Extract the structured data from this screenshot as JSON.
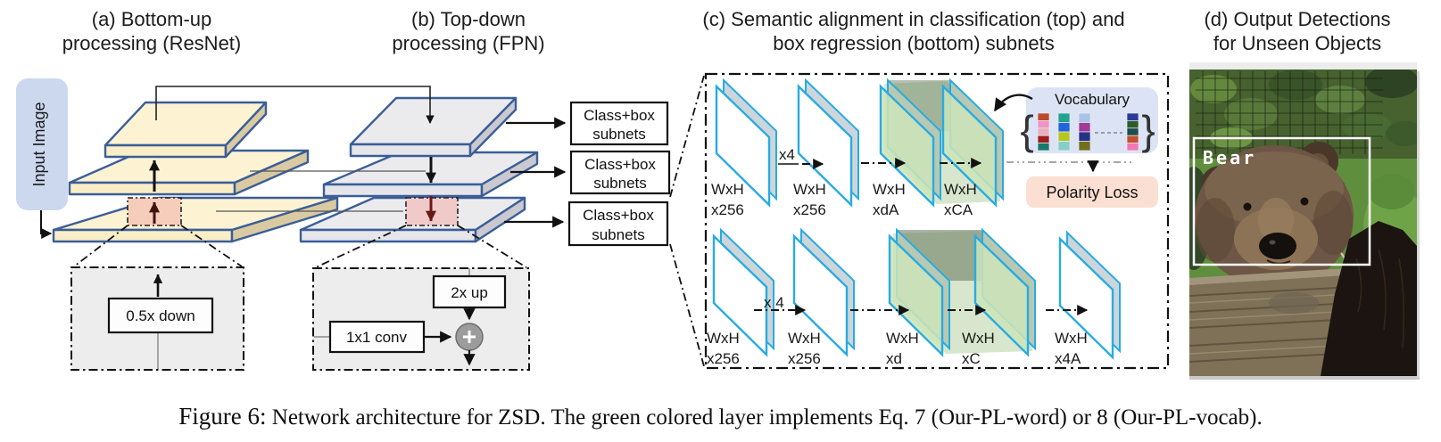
{
  "titles": {
    "a_line1": "(a)  Bottom-up",
    "a_line2": "processing (ResNet)",
    "b_line1": "(b) Top-down",
    "b_line2": "processing (FPN)",
    "c_line1": "(c) Semantic alignment in classification (top) and",
    "c_line2": "box regression (bottom) subnets",
    "d_line1": "(d) Output Detections",
    "d_line2": "for Unseen Objects"
  },
  "input_image_label": "Input Image",
  "callout_a": {
    "box_label": "0.5x down"
  },
  "callout_b": {
    "up_label": "2x up",
    "conv_label": "1x1 conv",
    "plus_sign": "+"
  },
  "subnets": {
    "line1": "Class+box",
    "line2": "subnets"
  },
  "c": {
    "top_row": {
      "mult": "x4",
      "labels": [
        [
          "WxH",
          "x256"
        ],
        [
          "WxH",
          "x256"
        ],
        [
          "WxH",
          "xdA"
        ],
        [
          "WxH",
          "xCA"
        ]
      ]
    },
    "bottom_row": {
      "mult": "x 4",
      "labels": [
        [
          "WxH",
          "x256"
        ],
        [
          "WxH",
          "x256"
        ],
        [
          "WxH",
          "xd"
        ],
        [
          "WxH",
          "xC"
        ],
        [
          "WxH",
          "x4A"
        ]
      ]
    },
    "vocabulary": {
      "title": "Vocabulary",
      "brace_open": "{",
      "brace_close": "}",
      "vectors": [
        [
          "#bf4a2a",
          "#f093c5",
          "#e8aebe",
          "#9e1c1c",
          "#167a6a"
        ],
        [
          "#22a392",
          "#2066d8",
          "#b6c520",
          "#85cfc7"
        ],
        [
          "#a9c3e6",
          "#a03a95",
          "#253387",
          "#6f6f1d"
        ],
        [
          "#2c3a9e",
          "#2c5c2c",
          "#1e4d4a",
          "#c0502e",
          "#f277b5"
        ]
      ]
    },
    "polarity_label": "Polarity Loss"
  },
  "d": {
    "bbox_label": "Bear"
  },
  "caption": {
    "prefix": "Figure 6:",
    "text": " Network architecture for ZSD. The green colored layer implements Eq. 7 (Our-PL-word) or 8 (Our-PL-vocab)."
  },
  "colors": {
    "border_blue": "#3b5e98",
    "layer_yellow": "#fdf3d3",
    "layer_yellow_front": "#faeec6",
    "layer_yellow_side": "#d9caa2",
    "layer_gray": "#ebebee",
    "layer_gray_front": "#e6e6ea",
    "layer_gray_side": "#c9c9cf",
    "pink_highlight_a": "#f6cdbb",
    "pink_highlight_b": "#f0c9c9",
    "cyan": "#29abe2",
    "green_layer": "#d4e6c2",
    "vocab_bg": "#dbe3f5",
    "polarity_bg": "#fbdfd2",
    "input_bg": "#ccd8ee",
    "callout_bg": "#ededee",
    "bbox_color": "#ffffff"
  }
}
